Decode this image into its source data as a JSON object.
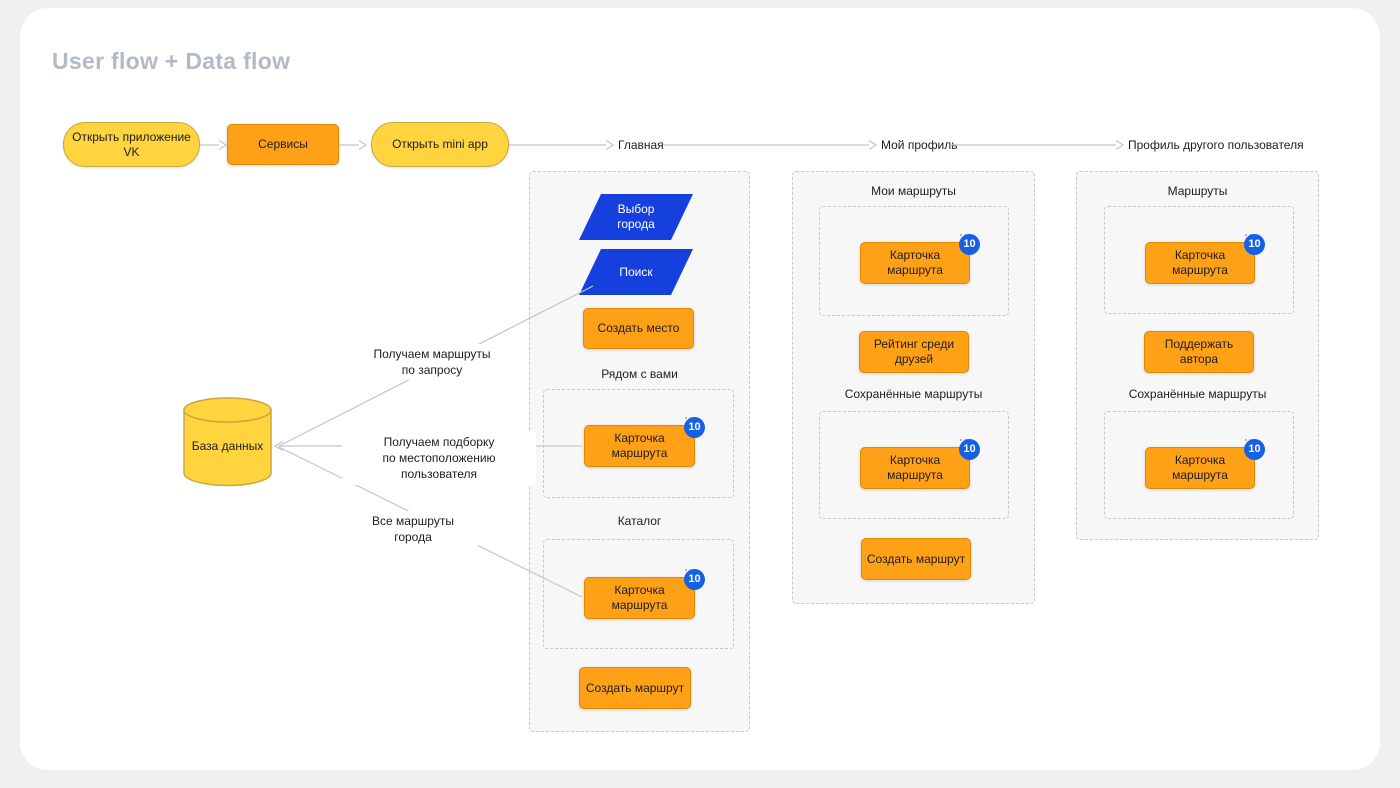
{
  "title": "User flow + Data flow",
  "palette": {
    "yellow": "#FFD43E",
    "yellow_border": "#C9A83C",
    "orange": "#FFA116",
    "orange_border": "#DD8A00",
    "blue": "#1540DD",
    "badge_blue": "#1660E8",
    "line_gray": "#C3C5C7",
    "title_gray": "#B2BAC5"
  },
  "user_flow": {
    "open_vk": {
      "lines": [
        "Открыть приложение",
        "VK"
      ]
    },
    "services": "Сервисы",
    "open_mini_app": "Открыть mini app",
    "pages": {
      "home": "Главная",
      "my_profile": "Мой профиль",
      "other_profile": "Профиль другого пользователя"
    }
  },
  "database": {
    "label": "База данных"
  },
  "data_flow_labels": {
    "by_query": {
      "lines": [
        "Получаем маршруты",
        "по запросу"
      ]
    },
    "by_location": {
      "lines": [
        "Получаем подборку",
        "по местоположению пользователя"
      ]
    },
    "all_city_routes": "Все маршруты города"
  },
  "home_screen": {
    "city_select": {
      "lines": [
        "Выбор",
        "города"
      ]
    },
    "search": "Поиск",
    "create_place": "Создать место",
    "near_you_label": "Рядом с вами",
    "near_you_card": "Карточка маршрута",
    "catalog_label": "Каталог",
    "catalog_card": "Карточка маршрута",
    "create_route": "Создать маршрут",
    "card_count": "10",
    "more_dots": "..."
  },
  "my_profile_screen": {
    "my_routes_label": "Мои маршруты",
    "my_routes_card": "Карточка маршрута",
    "friends_rating": "Рейтинг среди друзей",
    "saved_routes_label": "Сохранённые маршруты",
    "saved_routes_card": "Карточка маршрута",
    "create_route": "Создать маршрут",
    "card_count": "10",
    "more_dots": "..."
  },
  "other_profile_screen": {
    "routes_label": "Маршруты",
    "routes_card": "Карточка маршрута",
    "support_author": "Поддержать автора",
    "saved_routes_label": "Сохранённые маршруты",
    "saved_routes_card": "Карточка маршрута",
    "card_count": "10",
    "more_dots": "..."
  }
}
